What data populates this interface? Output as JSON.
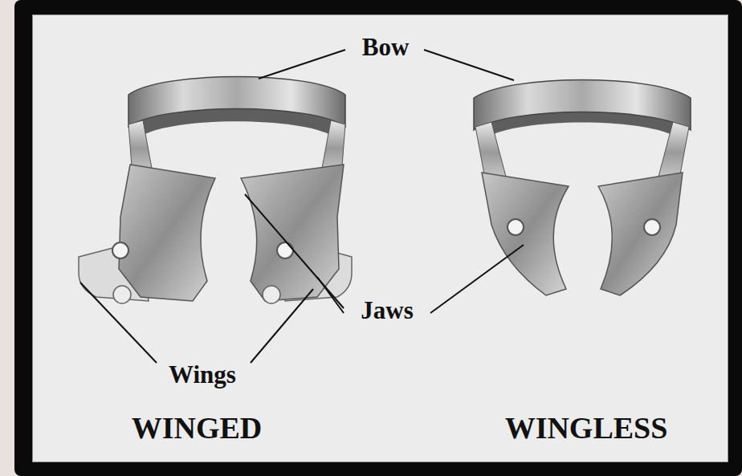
{
  "diagram": {
    "labels": [
      "Bow",
      "Jaws",
      "Wings",
      "WINGED",
      "WINGLESS"
    ]
  }
}
